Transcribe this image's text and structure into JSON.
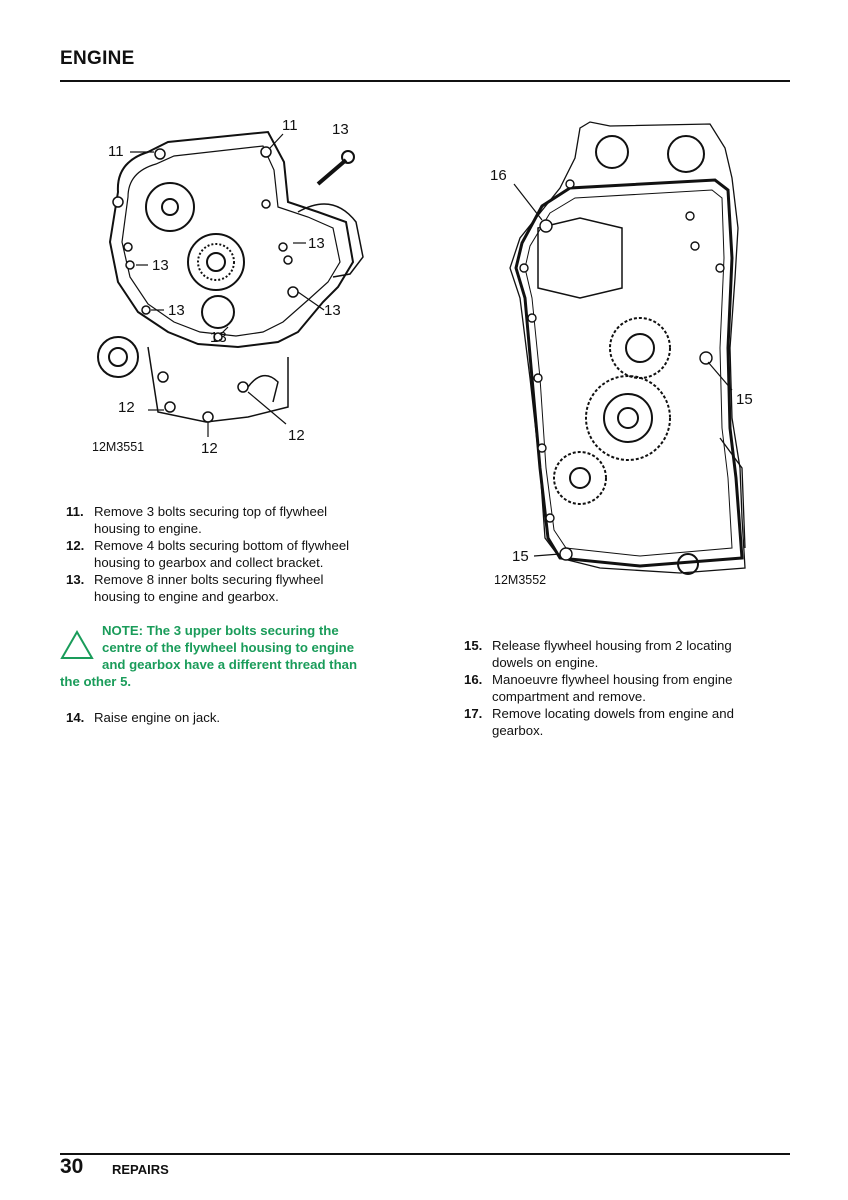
{
  "header": {
    "title": "ENGINE"
  },
  "figure_left": {
    "id": "12M3551",
    "callouts": [
      "11",
      "11",
      "13",
      "13",
      "13",
      "13",
      "13",
      "13",
      "12",
      "12",
      "12"
    ]
  },
  "figure_right": {
    "id": "12M3552",
    "callouts": [
      "16",
      "15",
      "15"
    ]
  },
  "steps_left": [
    {
      "num": "11.",
      "lines": [
        "Remove 3 bolts securing top of flywheel",
        "housing to engine."
      ]
    },
    {
      "num": "12.",
      "lines": [
        "Remove 4 bolts securing bottom of flywheel",
        "housing to gearbox and collect bracket."
      ]
    },
    {
      "num": "13.",
      "lines": [
        "Remove 8 inner bolts securing flywheel",
        "housing to engine and gearbox."
      ]
    }
  ],
  "note": {
    "lines": [
      "NOTE: The 3 upper bolts securing the",
      "centre of the flywheel housing to engine",
      "and gearbox have a different thread than",
      "the other 5."
    ]
  },
  "step_14": {
    "num": "14.",
    "lines": [
      "Raise engine on jack."
    ]
  },
  "steps_right": [
    {
      "num": "15.",
      "lines": [
        "Release flywheel housing from 2 locating",
        "dowels on engine."
      ]
    },
    {
      "num": "16.",
      "lines": [
        "Manoeuvre flywheel housing from engine",
        "compartment and remove."
      ]
    },
    {
      "num": "17.",
      "lines": [
        "Remove locating dowels from engine and",
        "gearbox."
      ]
    }
  ],
  "footer": {
    "page_number": "30",
    "section": "REPAIRS"
  },
  "colors": {
    "note_green": "#1a9c5a",
    "ink": "#111111"
  },
  "icons": {
    "note": "warning-triangle-icon"
  }
}
